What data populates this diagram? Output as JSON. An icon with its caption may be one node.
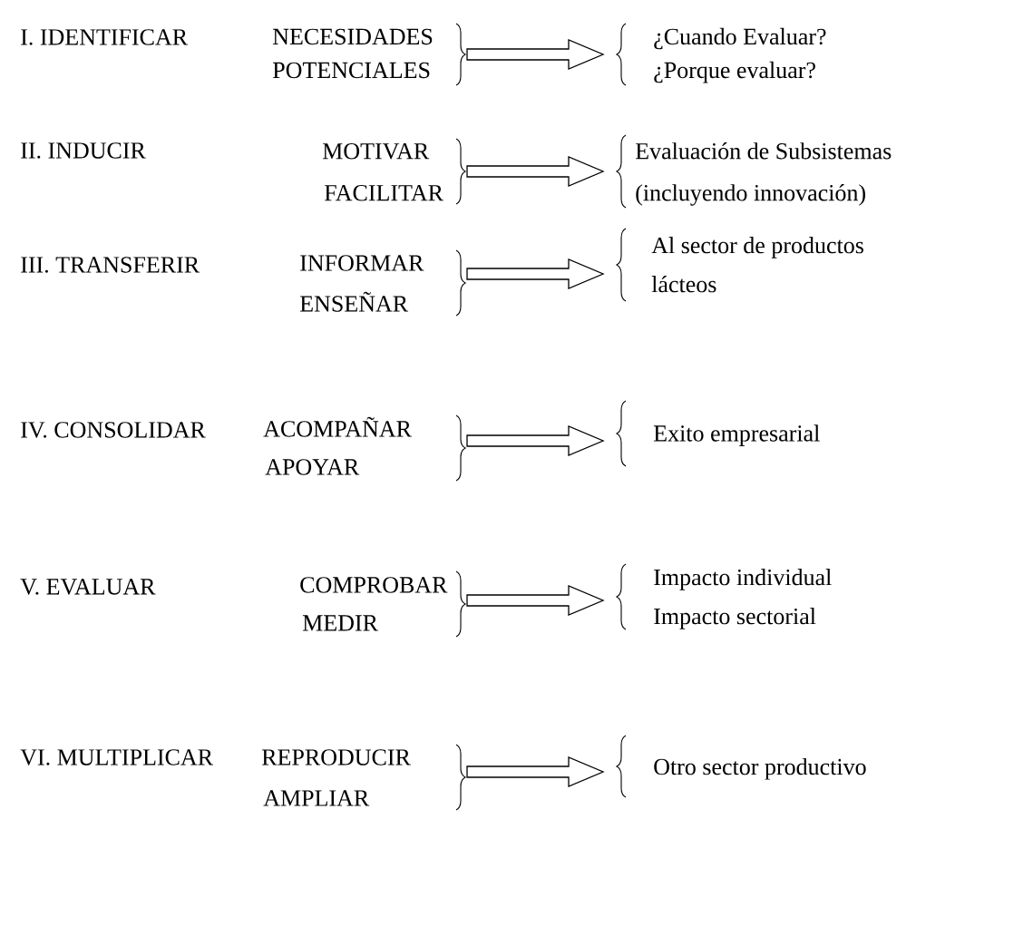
{
  "diagram": {
    "nodes": [
      {
        "text": [
          "NECESIDADES",
          "POTENCIALES"
        ]
      },
      {
        "text": [
          "¿Cuando Evaluar?",
          "¿Porque evaluar?"
        ]
      },
      {
        "text": [
          "MOTIVAR",
          "FACILITAR"
        ]
      },
      {
        "text": [
          "Evaluación de Subsistemas",
          "(incluyendo innovación)"
        ]
      },
      {
        "text": [
          "INFORMAR",
          "ENSEÑAR"
        ]
      },
      {
        "text": [
          "Al sector de productos",
          "lácteos"
        ]
      },
      {
        "text": [
          "ACOMPAÑAR",
          "APOYAR"
        ]
      },
      {
        "text": [
          "Exito empresarial"
        ]
      },
      {
        "text": [
          "COMPROBAR",
          "MEDIR"
        ]
      },
      {
        "text": [
          "Impacto individual",
          "Impacto sectorial"
        ]
      },
      {
        "text": [
          "REPRODUCIR",
          "AMPLIAR"
        ]
      },
      {
        "text": [
          "Otro sector productivo"
        ]
      }
    ],
    "edges": [
      {
        "from": 0,
        "to": 1,
        "arrow": "to"
      },
      {
        "from": 2,
        "to": 3,
        "arrow": "to"
      },
      {
        "from": 4,
        "to": 5,
        "arrow": "to"
      },
      {
        "from": 6,
        "to": 7,
        "arrow": "to"
      },
      {
        "from": 8,
        "to": 9,
        "arrow": "to"
      },
      {
        "from": 10,
        "to": 11,
        "arrow": "to"
      }
    ],
    "labels": [
      "I. IDENTIFICAR",
      "II. INDUCIR",
      "III. TRANSFERIR",
      "IV. CONSOLIDAR",
      "V. EVALUAR",
      "VI. MULTIPLICAR"
    ]
  }
}
